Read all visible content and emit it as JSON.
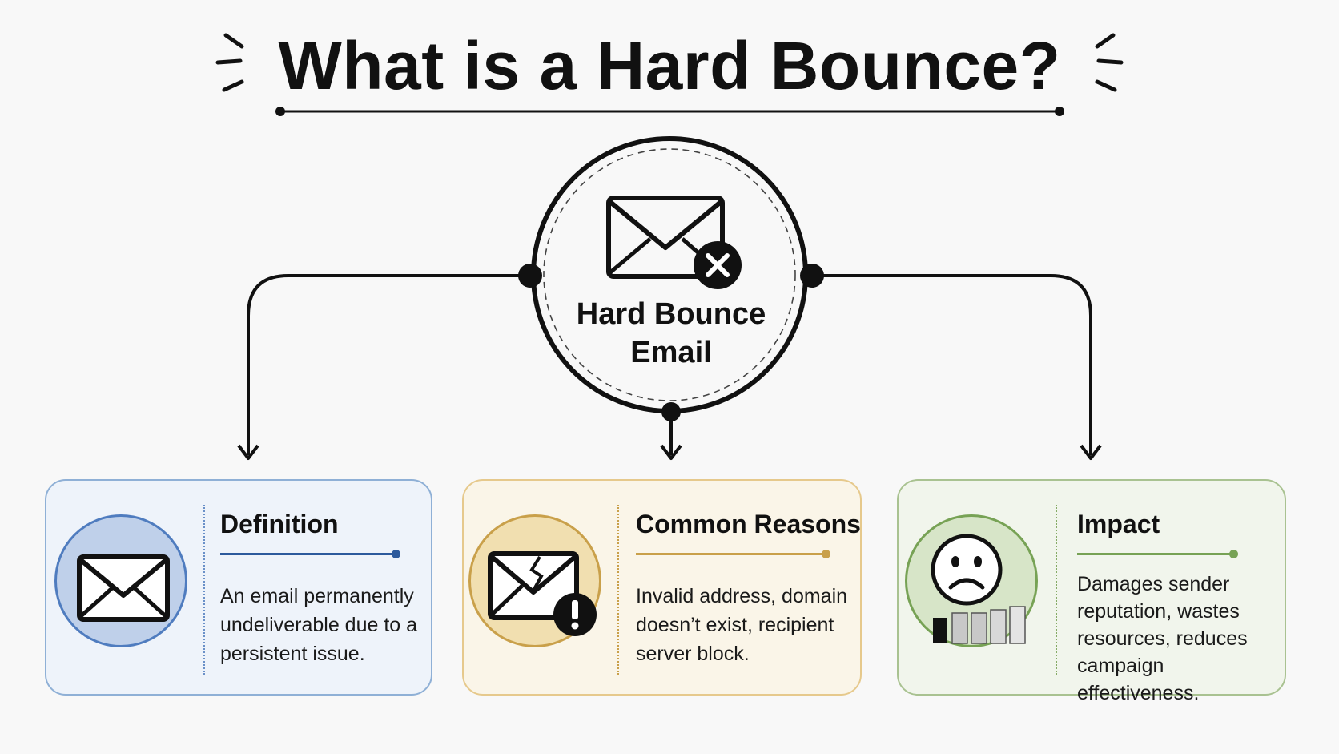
{
  "title": "What is a Hard Bounce?",
  "center": {
    "line1": "Hard Bounce",
    "line2": "Email",
    "icon": "envelope-x-icon"
  },
  "cards": [
    {
      "key": "definition",
      "title": "Definition",
      "body": "An email permanently undeliverable due to a persistent issue.",
      "icon": "envelope-icon",
      "accent": "#2d5a9c"
    },
    {
      "key": "reasons",
      "title": "Common Reasons",
      "body": "Invalid address, domain doesn’t exist, recipient server block.",
      "icon": "broken-envelope-alert-icon",
      "accent": "#c9a04a"
    },
    {
      "key": "impact",
      "title": "Impact",
      "body": "Damages sender reputation, wastes resources, reduces campaign effectiveness.",
      "icon": "sad-face-declining-bars-icon",
      "accent": "#77a255"
    }
  ],
  "colors": {
    "line": "#111111",
    "definition_bg": "#eef3fa",
    "reasons_bg": "#faf5e8",
    "impact_bg": "#f1f5ec"
  }
}
